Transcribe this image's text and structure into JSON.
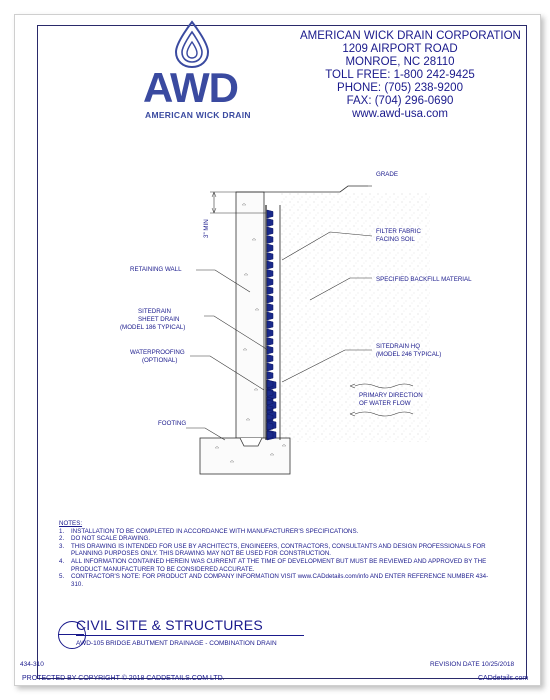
{
  "logo": {
    "mark": "AWD",
    "tagline": "AMERICAN WICK DRAIN",
    "icon": "water-drop-icon",
    "brand_color": "#3a4aa0"
  },
  "company": {
    "name": "AMERICAN WICK DRAIN CORPORATION",
    "address": "1209 AIRPORT ROAD",
    "city": "MONROE, NC 28110",
    "tollfree": "TOLL FREE: 1-800 242-9425",
    "phone": "PHONE: (705) 238-9200",
    "fax": "FAX: (704) 296-0690",
    "web": "www.awd-usa.com"
  },
  "labels": {
    "grade": "GRADE",
    "min": "3\" MIN",
    "filter1": "FILTER FABRIC",
    "filter2": "FACING SOIL",
    "backfill": "SPECIFIED BACKFILL MATERIAL",
    "retaining": "RETAINING WALL",
    "sitedrain1": "SITEDRAIN",
    "sitedrain2": "SHEET DRAIN",
    "sitedrain3": "(MODEL 186 TYPICAL)",
    "waterproof1": "WATERPROOFING",
    "waterproof2": "(OPTIONAL)",
    "hq1": "SITEDRAIN HQ",
    "hq2": "(MODEL 246 TYPICAL)",
    "flow1": "PRIMARY DIRECTION",
    "flow2": "OF WATER FLOW",
    "footing": "FOOTING"
  },
  "notes": {
    "header": "NOTES:",
    "items": [
      {
        "num": "1.",
        "text": "INSTALLATION TO BE COMPLETED IN ACCORDANCE WITH MANUFACTURER'S SPECIFICATIONS."
      },
      {
        "num": "2.",
        "text": "DO NOT SCALE DRAWING."
      },
      {
        "num": "3.",
        "text": "THIS DRAWING IS INTENDED FOR USE BY ARCHITECTS, ENGINEERS, CONTRACTORS, CONSULTANTS AND DESIGN PROFESSIONALS FOR PLANNING PURPOSES ONLY.  THIS DRAWING MAY NOT BE USED FOR CONSTRUCTION."
      },
      {
        "num": "4.",
        "text": "ALL INFORMATION CONTAINED HEREIN WAS CURRENT AT THE TIME OF DEVELOPMENT BUT MUST BE REVIEWED AND APPROVED BY THE PRODUCT MANUFACTURER TO BE CONSIDERED ACCURATE."
      },
      {
        "num": "5.",
        "text": "CONTRACTOR'S NOTE: FOR PRODUCT AND COMPANY INFORMATION VISIT www.CADdetails.com/info AND ENTER REFERENCE NUMBER  434-310."
      }
    ]
  },
  "title": {
    "main": "CIVIL SITE & STRUCTURES",
    "sub": "AWD-105 BRIDGE ABUTMENT DRAINAGE - COMBINATION DRAIN"
  },
  "footer": {
    "ref": "434-310",
    "revision": "REVISION DATE  10/25/2018",
    "copyright": "PROTECTED BY COPYRIGHT © 2018 CADDETAILS.COM LTD.",
    "website": "CADdetails.com"
  }
}
